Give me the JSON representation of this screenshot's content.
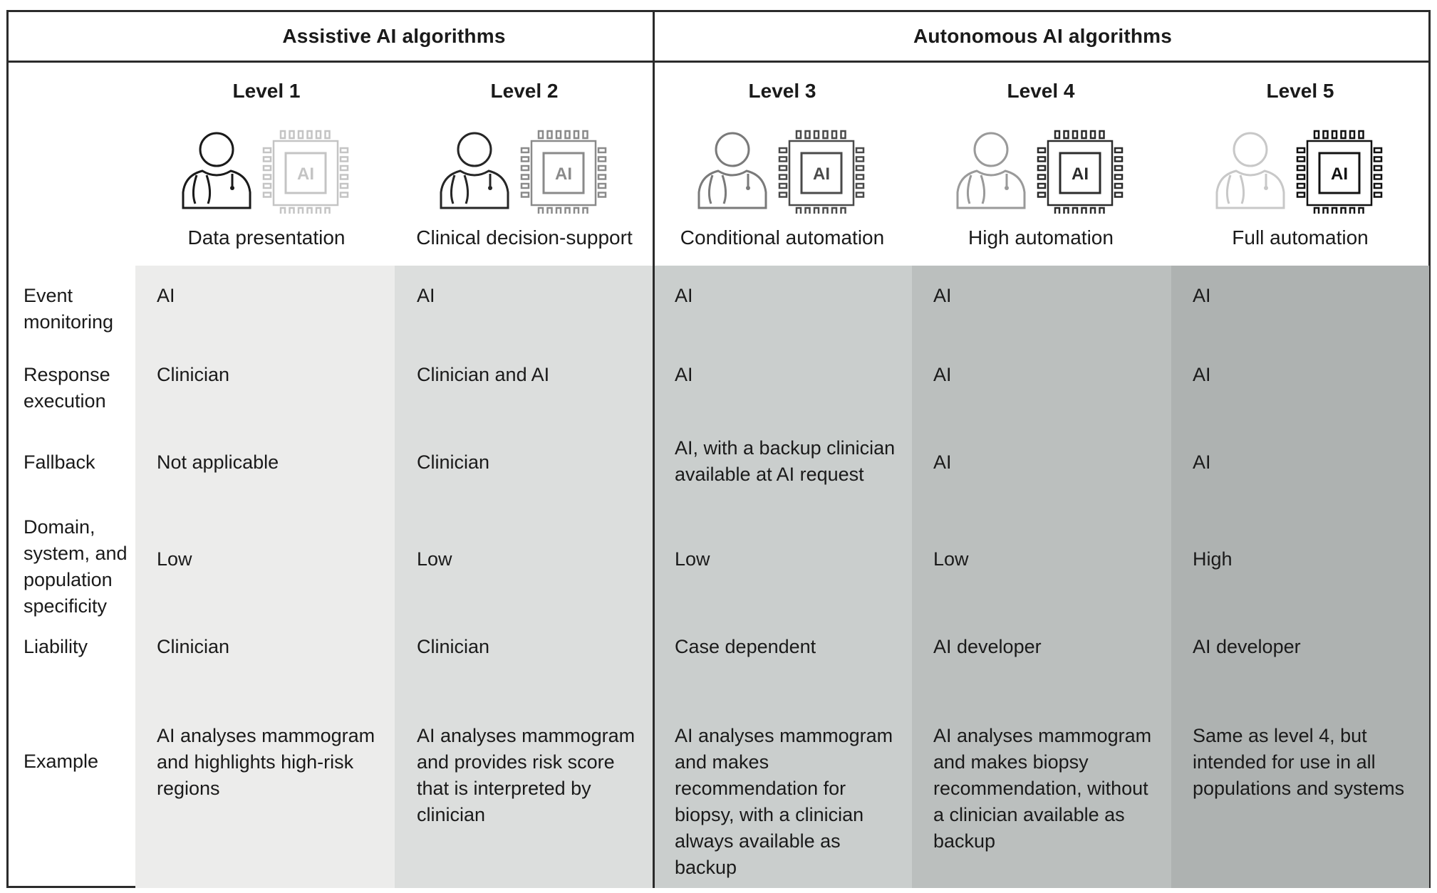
{
  "groups": {
    "assistive": "Assistive AI algorithms",
    "autonomous": "Autonomous AI algorithms"
  },
  "levels": [
    {
      "title": "Level 1",
      "subtitle": "Data presentation",
      "clinician_shade": "#1a1a1a",
      "ai_shade": "#c4c4c4",
      "column_bg": "#ececeb"
    },
    {
      "title": "Level 2",
      "subtitle": "Clinical decision-support",
      "clinician_shade": "#262626",
      "ai_shade": "#8a8a8a",
      "column_bg": "#dcdedd"
    },
    {
      "title": "Level 3",
      "subtitle": "Conditional automation",
      "clinician_shade": "#7a7a7a",
      "ai_shade": "#4a4a4a",
      "column_bg": "#caceCd"
    },
    {
      "title": "Level 4",
      "subtitle": "High automation",
      "clinician_shade": "#9a9a9a",
      "ai_shade": "#2b2b2b",
      "column_bg": "#bbbfbe"
    },
    {
      "title": "Level 5",
      "subtitle": "Full automation",
      "clinician_shade": "#c8c8c8",
      "ai_shade": "#111111",
      "column_bg": "#aeb2b1"
    }
  ],
  "icon_text": "AI",
  "rows": [
    {
      "label": "Event monitoring",
      "cells": [
        "AI",
        "AI",
        "AI",
        "AI",
        "AI"
      ]
    },
    {
      "label": "Response execution",
      "cells": [
        "Clinician",
        "Clinician and AI",
        "AI",
        "AI",
        "AI"
      ]
    },
    {
      "label": "Fallback",
      "cells": [
        "Not applicable",
        "Clinician",
        "AI, with a backup clinician available at AI request",
        "AI",
        "AI"
      ]
    },
    {
      "label": "Domain, system, and population specificity",
      "cells": [
        "Low",
        "Low",
        "Low",
        "Low",
        "High"
      ]
    },
    {
      "label": "Liability",
      "cells": [
        "Clinician",
        "Clinician",
        "Case dependent",
        "AI developer",
        "AI developer"
      ]
    },
    {
      "label": "Example",
      "cells": [
        "AI analyses mammogram and highlights high-risk regions",
        "AI analyses mammogram and provides risk score that is interpreted by clinician",
        "AI analyses mammogram and makes recommendation for biopsy, with a clinician always available as backup",
        "AI analyses mammogram and makes biopsy recommendation, without a clinician available as backup",
        "Same as level 4, but intended for use in all populations and systems"
      ]
    }
  ]
}
